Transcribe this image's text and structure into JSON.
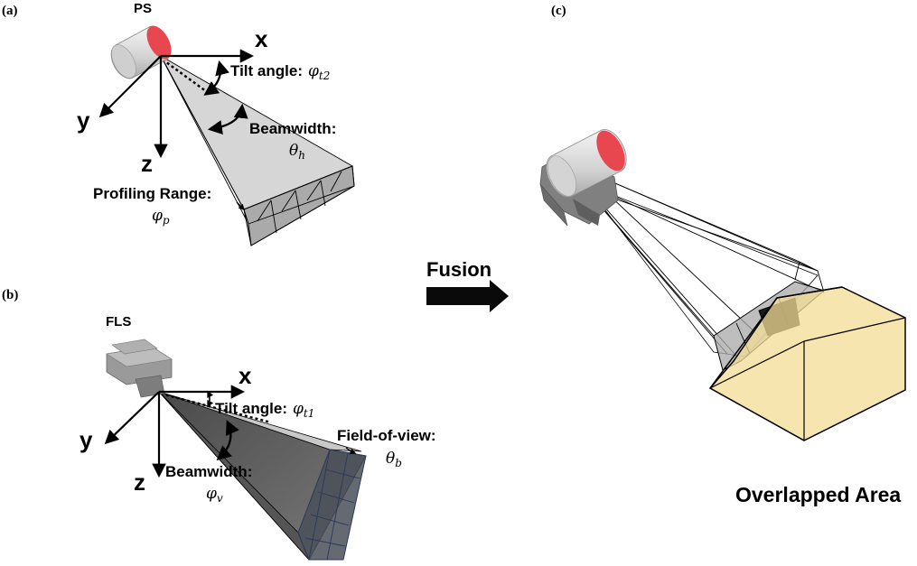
{
  "panels": {
    "a": {
      "label": "(a)",
      "sensor": "PS",
      "axes": {
        "x": "x",
        "y": "y",
        "z": "z"
      },
      "tilt": {
        "text": "Tilt angle",
        "colon": ":",
        "sym": "φ",
        "sub": "t2"
      },
      "beamwidth": {
        "text": "Beamwidth",
        "colon": ":",
        "sym": "θ",
        "sub": "h"
      },
      "profiling": {
        "text": "Profiling Range",
        "colon": ":",
        "sym": "φ",
        "sub": "p"
      }
    },
    "b": {
      "label": "(b)",
      "sensor": "FLS",
      "axes": {
        "x": "x",
        "y": "y",
        "z": "z"
      },
      "tilt": {
        "text": "Tilt angle",
        "colon": ":",
        "sym": "φ",
        "sub": "t1"
      },
      "fov": {
        "text": "Field-of-view",
        "colon": ":",
        "sym": "θ",
        "sub": "b"
      },
      "beamwidth": {
        "text": "Beamwidth",
        "colon": ":",
        "sym": "φ",
        "sub": "v"
      }
    },
    "c": {
      "label": "(c)",
      "overlap": "Overlapped Area"
    }
  },
  "fusion": "Fusion",
  "colors": {
    "cylinder_body": "#dcdcdc",
    "cylinder_cap": "#e8474f",
    "ps_beam": "#d6d6d6",
    "fls_beam": "#6e6e6e",
    "fls_body": "#9a9a9a",
    "overlap_fill": "#f3dc94"
  }
}
